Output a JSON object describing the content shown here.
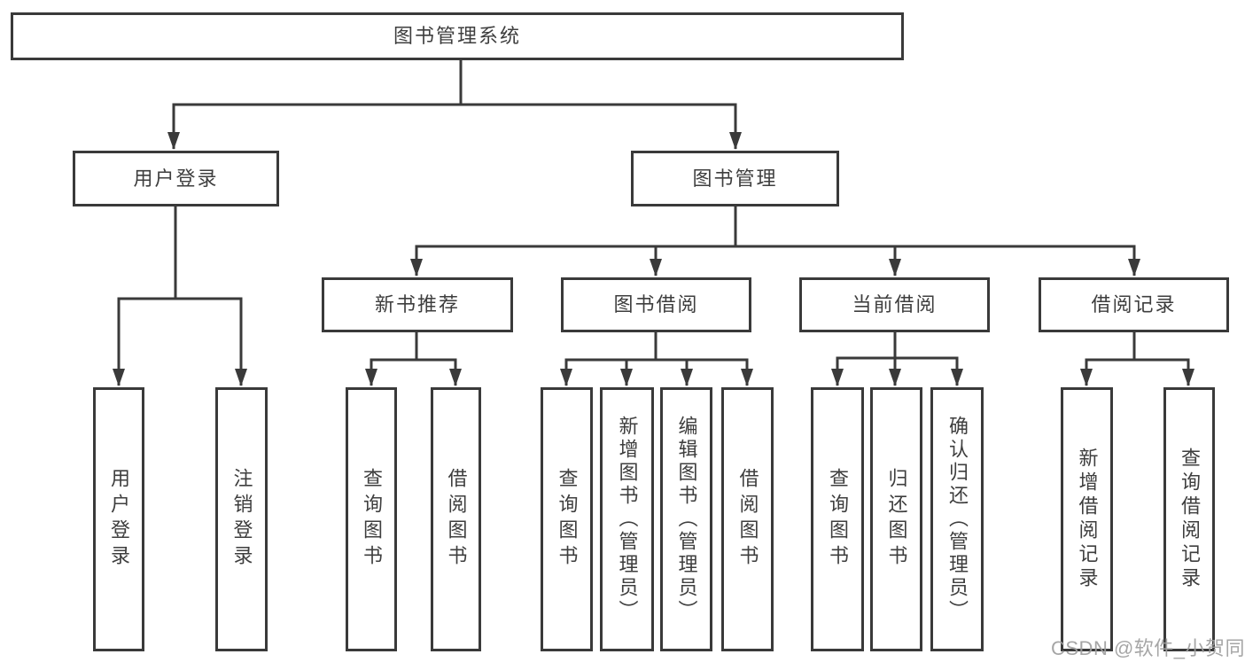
{
  "diagram": {
    "kind": "hierarchy-tree",
    "colors": {
      "line": "#3a3a3a",
      "border": "#3a3a3a",
      "text": "#3e3e3e",
      "background": "#ffffff",
      "watermark": "#9e9e9e"
    },
    "tree": {
      "root": {
        "label": "图书管理系统"
      },
      "children": [
        {
          "label": "用户登录",
          "children": [
            {
              "label": "用户登录"
            },
            {
              "label": "注销登录"
            }
          ]
        },
        {
          "label": "图书管理",
          "children": [
            {
              "label": "新书推荐",
              "children": [
                {
                  "label": "查询图书"
                },
                {
                  "label": "借阅图书"
                }
              ]
            },
            {
              "label": "图书借阅",
              "children": [
                {
                  "label": "查询图书"
                },
                {
                  "label": "新增图书（管理员）"
                },
                {
                  "label": "编辑图书（管理员）"
                },
                {
                  "label": "借阅图书"
                }
              ]
            },
            {
              "label": "当前借阅",
              "children": [
                {
                  "label": "查询图书"
                },
                {
                  "label": "归还图书"
                },
                {
                  "label": "确认归还（管理员）"
                }
              ]
            },
            {
              "label": "借阅记录",
              "children": [
                {
                  "label": "新增借阅记录"
                },
                {
                  "label": "查询借阅记录"
                }
              ]
            }
          ]
        }
      ]
    },
    "watermark": {
      "text": "CSDN @软件_小贺同学"
    }
  }
}
